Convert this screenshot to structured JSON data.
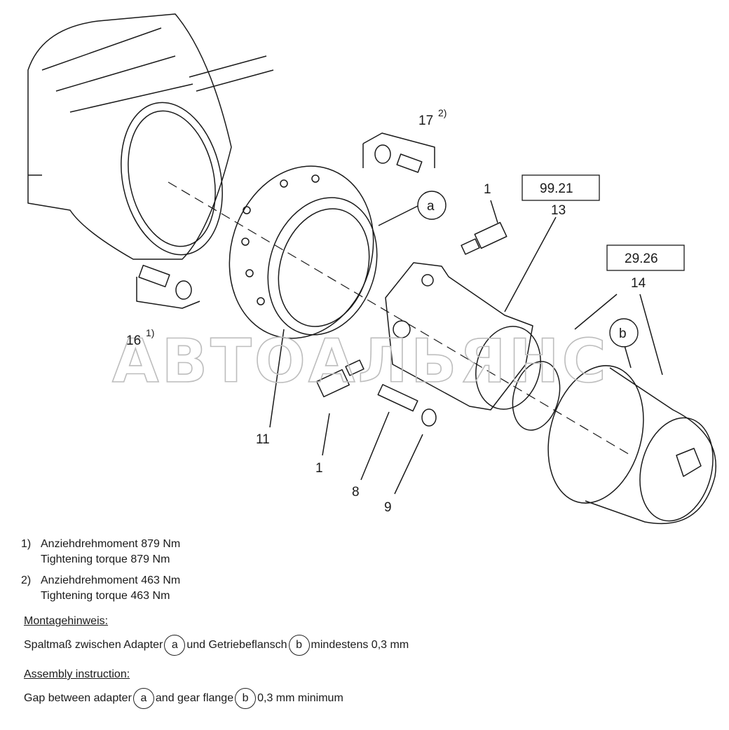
{
  "diagram": {
    "part_labels": {
      "p17": "17",
      "p17_sup": "2)",
      "p16": "16",
      "p16_sup": "1)",
      "p11": "11",
      "p1_top": "1",
      "p1_bottom": "1",
      "p8": "8",
      "p9": "9",
      "p13": "13",
      "p14": "14",
      "ref_99": "99.21",
      "ref_29": "29.26",
      "a": "a",
      "b": "b"
    },
    "watermark": "АВТОАЛЬЯНС"
  },
  "notes": [
    {
      "num": "1)",
      "de": "Anziehdrehmoment 879 Nm",
      "en": "Tightening torque 879 Nm"
    },
    {
      "num": "2)",
      "de": "Anziehdrehmoment 463 Nm",
      "en": "Tightening torque 463 Nm"
    }
  ],
  "assembly": {
    "de_heading": "Montagehinweis:",
    "de_pre": "Spaltmaß zwischen Adapter",
    "de_mid": "und Getriebeflansch",
    "de_post": "mindestens 0,3 mm",
    "en_heading": "Assembly instruction:",
    "en_pre": "Gap between adapter",
    "en_mid": "and gear flange",
    "en_post": "0,3 mm minimum",
    "marker_a": "a",
    "marker_b": "b"
  }
}
